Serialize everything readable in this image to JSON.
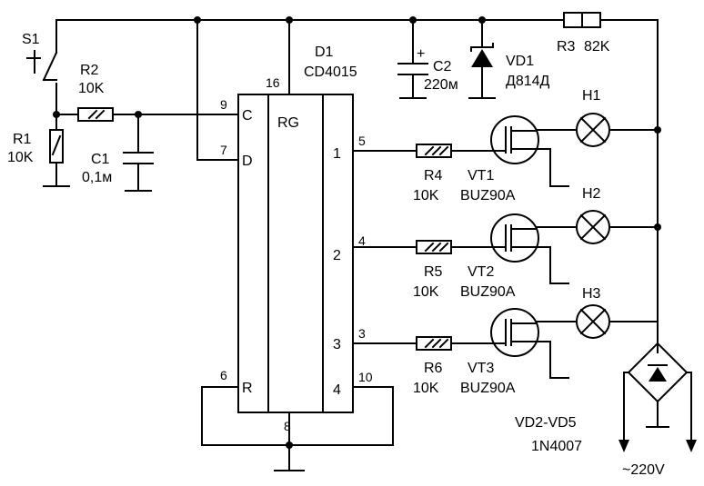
{
  "ic": {
    "name": "D1",
    "part": "CD4015",
    "function": "RG",
    "pins": {
      "vdd": "16",
      "clock": "9",
      "data": "7",
      "reset": "6",
      "gnd": "8",
      "q1": "5",
      "q2": "4",
      "q3": "3",
      "q4": "10"
    },
    "pin_labels": {
      "c": "C",
      "d": "D",
      "r": "R",
      "o1": "1",
      "o2": "2",
      "o3": "3",
      "o4": "4"
    }
  },
  "switch": {
    "name": "S1"
  },
  "r1": {
    "name": "R1",
    "value": "10K"
  },
  "r2": {
    "name": "R2",
    "value": "10K"
  },
  "c1": {
    "name": "C1",
    "value": "0,1м"
  },
  "c2": {
    "name": "C2",
    "value": "220м",
    "polarity": "+"
  },
  "vd1": {
    "name": "VD1",
    "value": "Д814Д"
  },
  "r3": {
    "name": "R3",
    "value": "82K"
  },
  "channels": [
    {
      "resistor": "R4",
      "rvalue": "10K",
      "transistor": "VT1",
      "tpart": "BUZ90A",
      "lamp": "H1"
    },
    {
      "resistor": "R5",
      "rvalue": "10K",
      "transistor": "VT2",
      "tpart": "BUZ90A",
      "lamp": "H2"
    },
    {
      "resistor": "R6",
      "rvalue": "10K",
      "transistor": "VT3",
      "tpart": "BUZ90A",
      "lamp": "H3"
    }
  ],
  "bridge": {
    "name": "VD2-VD5",
    "part": "1N4007"
  },
  "supply": {
    "label": "~220V"
  }
}
